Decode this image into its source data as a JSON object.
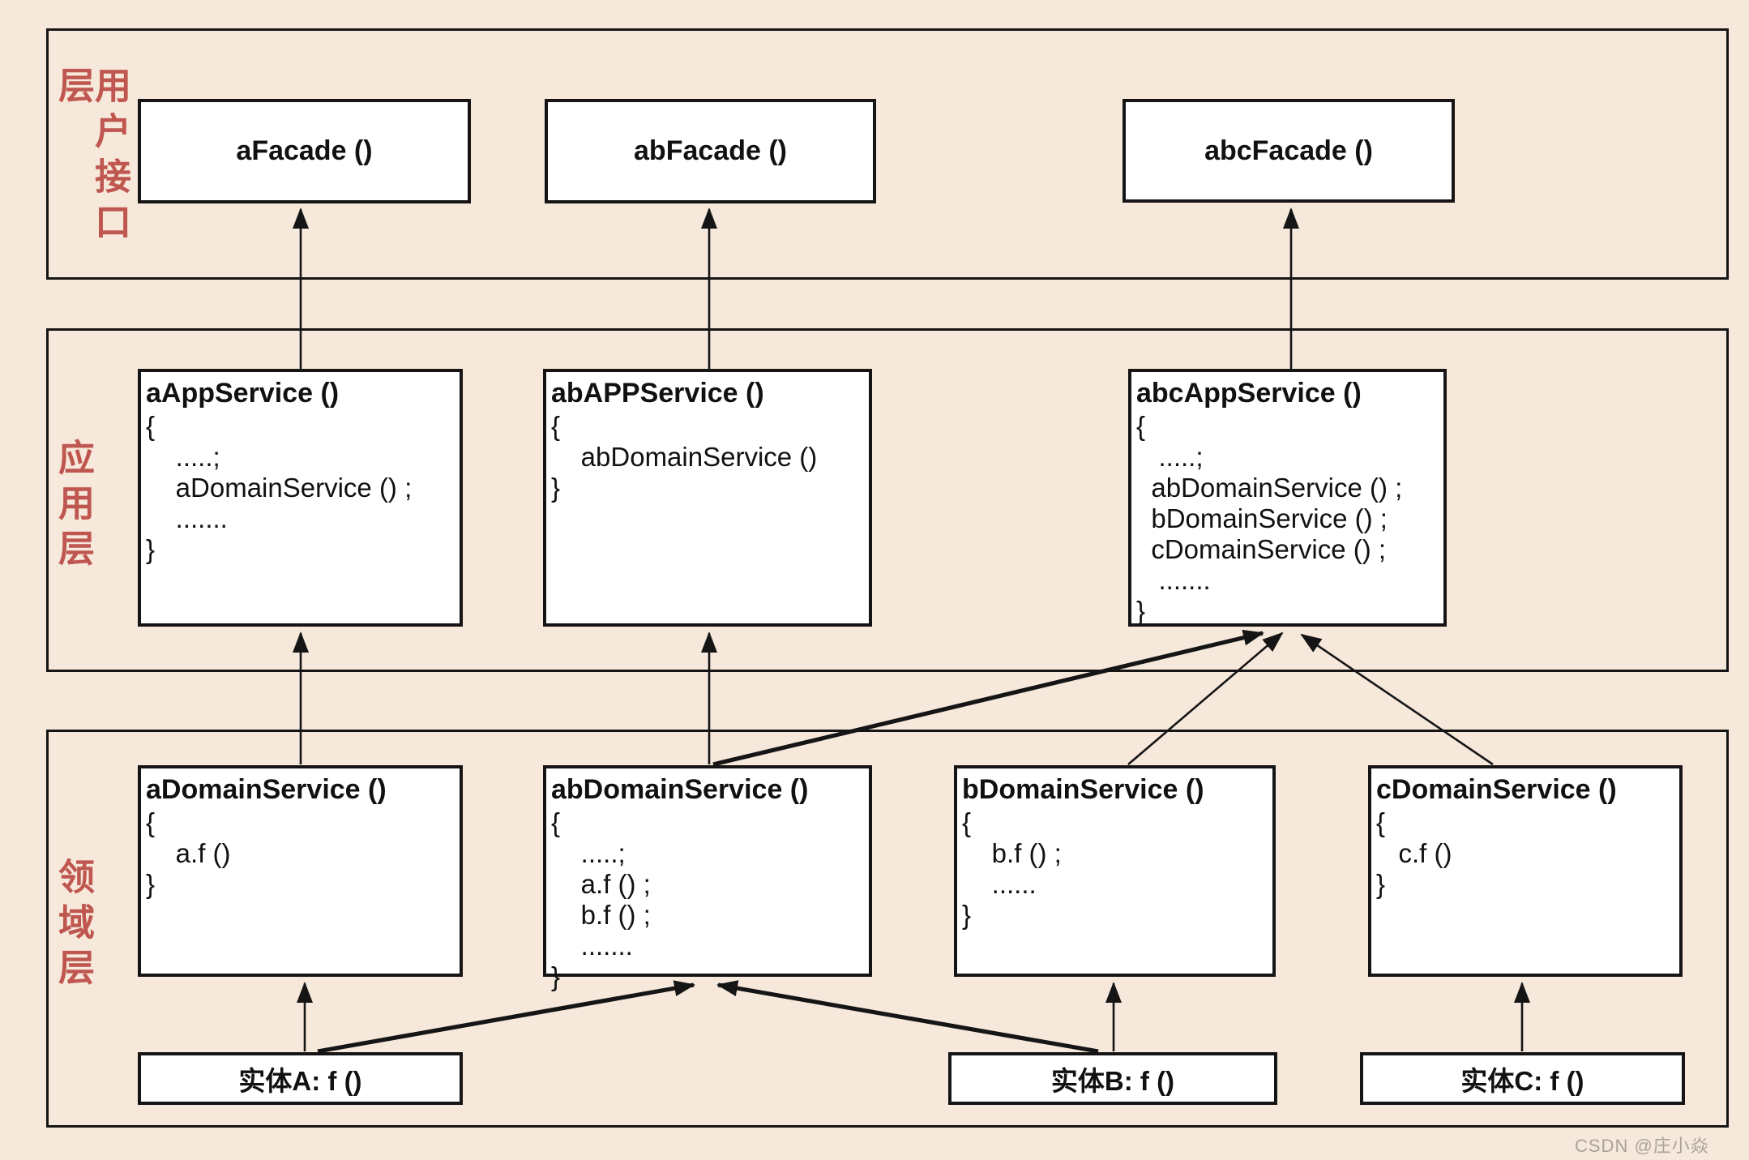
{
  "colors": {
    "background": "#f6e8da",
    "layer_label": "#bf5750",
    "box_fill": "#ffffff",
    "line": "#151515",
    "watermark": "#aaa39b"
  },
  "layers": {
    "ui": {
      "label": "用户接口层"
    },
    "app": {
      "label": "应用层"
    },
    "domain": {
      "label": "领域层"
    }
  },
  "boxes": {
    "a_facade": {
      "title": "aFacade ()"
    },
    "ab_facade": {
      "title": "abFacade ()"
    },
    "abc_facade": {
      "title": "abcFacade ()"
    },
    "a_app": {
      "title": "aAppService ()",
      "lines": [
        "{",
        "    .....;",
        "    aDomainService () ;",
        "    .......",
        "}"
      ]
    },
    "ab_app": {
      "title": "abAPPService ()",
      "lines": [
        "{",
        "    abDomainService ()",
        "}"
      ]
    },
    "abc_app": {
      "title": "abcAppService ()",
      "lines": [
        "{",
        "   .....;",
        "  abDomainService () ;",
        "  bDomainService () ;",
        "  cDomainService () ;",
        "   .......",
        "}"
      ]
    },
    "a_domain": {
      "title": "aDomainService ()",
      "lines": [
        "{",
        "    a.f ()",
        "}"
      ]
    },
    "ab_domain": {
      "title": "abDomainService ()",
      "lines": [
        "{",
        "    .....;",
        "    a.f () ;",
        "    b.f () ;",
        "    .......",
        "}"
      ]
    },
    "b_domain": {
      "title": "bDomainService ()",
      "lines": [
        "{",
        "    b.f () ;",
        "    ......",
        "}"
      ]
    },
    "c_domain": {
      "title": "cDomainService ()",
      "lines": [
        "{",
        "   c.f ()",
        "}"
      ]
    },
    "entity_a": {
      "title": "实体A: f ()"
    },
    "entity_b": {
      "title": "实体B: f ()"
    },
    "entity_c": {
      "title": "实体C: f ()"
    }
  },
  "watermark": "CSDN @庄小焱"
}
